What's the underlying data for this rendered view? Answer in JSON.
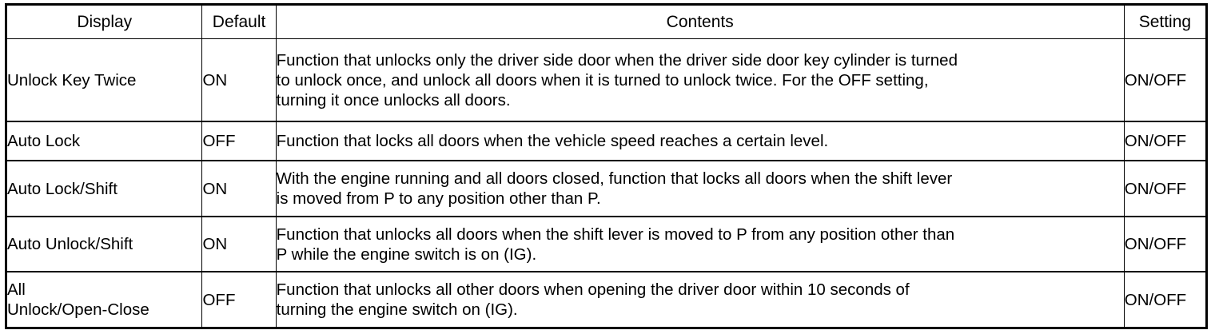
{
  "table": {
    "headers": {
      "display": "Display",
      "default": "Default",
      "contents": "Contents",
      "setting": "Setting"
    },
    "rows": [
      {
        "display": "Unlock Key Twice",
        "display_line2": "",
        "default": "ON",
        "contents_lines": [
          "Function that unlocks only the driver side door when the driver side door key cylinder is turned",
          "to unlock once, and unlock all doors when it is turned to unlock twice. For the OFF setting,",
          "turning it once unlocks all doors."
        ],
        "setting": "ON/OFF"
      },
      {
        "display": "Auto Lock",
        "display_line2": "",
        "default": "OFF",
        "contents_lines": [
          "Function that locks all doors when the vehicle speed reaches a certain level."
        ],
        "setting": "ON/OFF"
      },
      {
        "display": "Auto Lock/Shift",
        "display_line2": "",
        "default": "ON",
        "contents_lines": [
          "With the engine running and all doors closed, function that locks all doors when the shift lever",
          "is moved from P to any position other than P."
        ],
        "setting": "ON/OFF"
      },
      {
        "display": "Auto Unlock/Shift",
        "display_line2": "",
        "default": "ON",
        "contents_lines": [
          "Function that unlocks all doors when the shift lever is moved to P from any position other than",
          "P while the engine switch is on (IG)."
        ],
        "setting": "ON/OFF"
      },
      {
        "display": "All",
        "display_line2": "Unlock/Open-Close",
        "default": "OFF",
        "contents_lines": [
          "Function that unlocks all other doors when opening the driver door within 10 seconds of",
          "turning the engine switch on (IG)."
        ],
        "setting": "ON/OFF"
      }
    ]
  },
  "colors": {
    "border": "#000000",
    "background": "#ffffff",
    "text": "#000000"
  }
}
